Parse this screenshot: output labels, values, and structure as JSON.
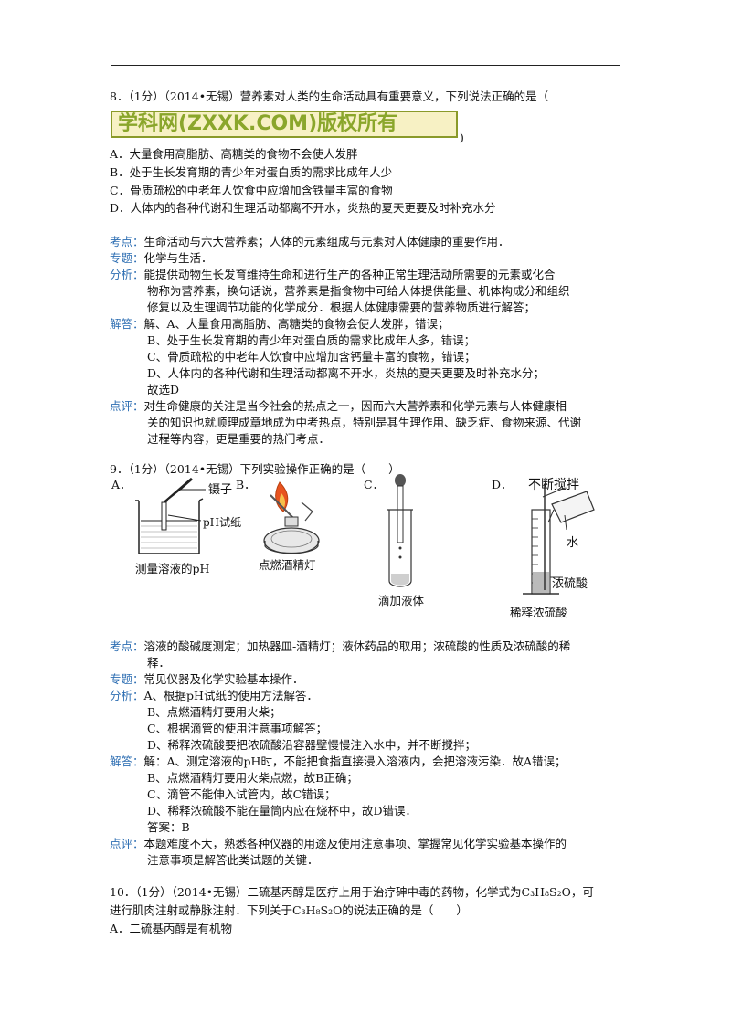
{
  "watermark": "学科网(ZXXK.COM)版权所有",
  "q8": {
    "stem": "8．（1分）（2014•无锡）营养素对人类的生命活动具有重要意义，下列说法正确的是（",
    "close_paren": ")",
    "options": [
      "A．大量食用高脂肪、高糖类的食物不会使人发胖",
      "B．处于生长发育期的青少年对蛋白质的需求比成年人少",
      "C．骨质疏松的中老年人饮食中应增加含铁量丰富的食物",
      "D．人体内的各种代谢和生理活动都离不开水，炎热的夏天更要及时补充水分"
    ],
    "kaodian_label": "考点：",
    "kaodian": "生命活动与六大营养素；人体的元素组成与元素对人体健康的重要作用．",
    "zhuanti_label": "专题：",
    "zhuanti": "化学与生活．",
    "fenxi_label": "分析：",
    "fenxi": [
      "能提供动物生长发育维持生命和进行生产的各种正常生理活动所需要的元素或化合",
      "物称为营养素，换句话说，营养素是指食物中可给人体提供能量、机体构成分和组织",
      "修复以及生理调节功能的化学成分．根据人体健康需要的营养物质进行解答；"
    ],
    "jieda_label": "解答：",
    "jieda": [
      "解、A、大量食用高脂肪、高糖类的食物会使人发胖，错误；",
      "B、处于生长发育期的青少年对蛋白质的需求比成年人多，错误；",
      "C、骨质疏松的中老年人饮食中应增加含钙量丰富的食物，错误；",
      "D、人体内的各种代谢和生理活动都离不开水，炎热的夏天更要及时补充水分；",
      "故选D"
    ],
    "dianping_label": "点评：",
    "dianping": [
      "对生命健康的关注是当今社会的热点之一，因而六大营养素和化学元素与人体健康相",
      "关的知识也就顺理成章地成为中考热点，特别是其生理作用、缺乏症、食物来源、代谢",
      "过程等内容，更是重要的热门考点．"
    ]
  },
  "q9": {
    "stem": "9．（1分）（2014•无锡）下列实验操作正确的是（　　）",
    "opt_a": "A．",
    "opt_b": "B．",
    "opt_c": "C．",
    "opt_d": "D．",
    "fig_a_tweezers": "镊子",
    "fig_a_paper": "pH试纸",
    "fig_a_caption": "测量溶液的pH",
    "fig_b_caption": "点燃酒精灯",
    "fig_c_caption": "滴加液体",
    "fig_d_stir": "不断搅拌",
    "fig_d_water": "水",
    "fig_d_acid": "浓硫酸",
    "fig_d_caption": "稀释浓硫酸",
    "kaodian_label": "考点：",
    "kaodian": [
      "溶液的酸碱度测定；加热器皿-酒精灯；液体药品的取用；浓硫酸的性质及浓硫酸的稀",
      "释．"
    ],
    "zhuanti_label": "专题：",
    "zhuanti": "常见仪器及化学实验基本操作．",
    "fenxi_label": "分析：",
    "fenxi": [
      "A、根据pH试纸的使用方法解答．",
      "B、点燃酒精灯要用火柴；",
      "C、根据滴管的使用注意事项解答；",
      "D、稀释浓硫酸要把浓硫酸沿容器壁慢慢注入水中，并不断搅拌；"
    ],
    "jieda_label": "解答：",
    "jieda": [
      "解：A、测定溶液的pH时，不能把食指直接浸入溶液内，会把溶液污染．故A错误；",
      "B、点燃酒精灯要用火柴点燃，故B正确；",
      "C、滴管不能伸入试管内，故C错误；",
      "D、稀释浓硫酸不能在量筒内应在烧杯中，故D错误．",
      "答案：B"
    ],
    "dianping_label": "点评：",
    "dianping": [
      "本题难度不大，熟悉各种仪器的用途及使用注意事项、掌握常见化学实验基本操作的",
      "注意事项是解答此类试题的关键．"
    ]
  },
  "q10": {
    "stem_1": "10．（1分）（2014•无锡）二硫基丙醇是医疗上用于治疗砷中毒的药物，化学式为",
    "formula": "C₃H₈S₂O",
    "stem_1_tail": "，可",
    "stem_2a": "进行肌肉注射或静脉注射．下列关于",
    "stem_2b": "的说法正确的是（　　）",
    "option_a": "A．二硫基丙醇是有机物"
  }
}
